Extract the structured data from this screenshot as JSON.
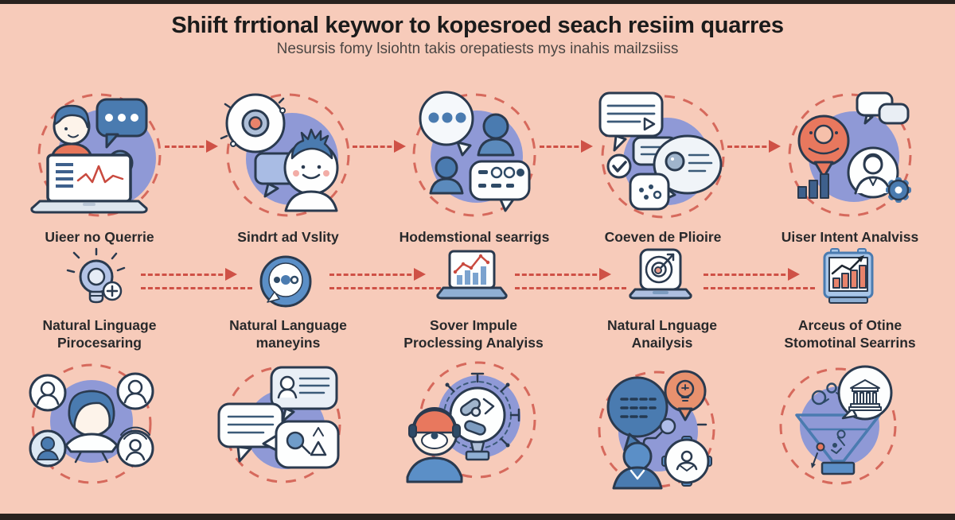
{
  "colors": {
    "background": "#f7cbba",
    "step_circle_fill": "#8f99d6",
    "dashed_ring": "#d6695c",
    "arrow": "#cf5146",
    "title_text": "#1b1b1b",
    "label_text": "#28292b",
    "frame_bars": "#29221f",
    "icon_blue": "#4a7bb0",
    "icon_orange": "#e8785e"
  },
  "header": {
    "title": "Shiift frrtional keywor to kopesroed seach resiim quarres",
    "subtitle": "Nesursis fomy lsiohtn takis orepatiests mys inahis mailzsiiss"
  },
  "row1": {
    "items": [
      {
        "label": "Uieer no Querrie",
        "icon": "user-laptop-chat-icon"
      },
      {
        "label": "Sindrt ad Vslity",
        "icon": "child-face-chat-icon"
      },
      {
        "label": "Hodemstional searrigs",
        "icon": "people-conversation-icon"
      },
      {
        "label": "Coeven de Plioire",
        "icon": "chat-review-icon"
      },
      {
        "label": "Uiser Intent Analviss",
        "icon": "intent-analysis-icon"
      }
    ]
  },
  "row2": {
    "items": [
      {
        "line1": "Natural Linguage",
        "line2": "Pirocesaring",
        "icon": "lightbulb-plus-icon"
      },
      {
        "line1": "Natural Language",
        "line2": "maneyins",
        "icon": "chat-bubble-icon"
      },
      {
        "line1": "Sover Impule",
        "line2": "Proclessing Analyiss",
        "icon": "laptop-chart-icon"
      },
      {
        "line1": "Natural Lnguage",
        "line2": "Anailysis",
        "icon": "laptop-target-icon"
      },
      {
        "line1": "Arceus of Otine",
        "line2": "Stomotinal Searrins",
        "icon": "bar-chart-board-icon"
      }
    ]
  },
  "row3": {
    "items": [
      {
        "icon": "user-network-icon"
      },
      {
        "icon": "chat-group-icon"
      },
      {
        "icon": "support-agent-hub-icon"
      },
      {
        "icon": "idea-discussion-icon"
      },
      {
        "icon": "data-funnel-icon"
      }
    ]
  }
}
